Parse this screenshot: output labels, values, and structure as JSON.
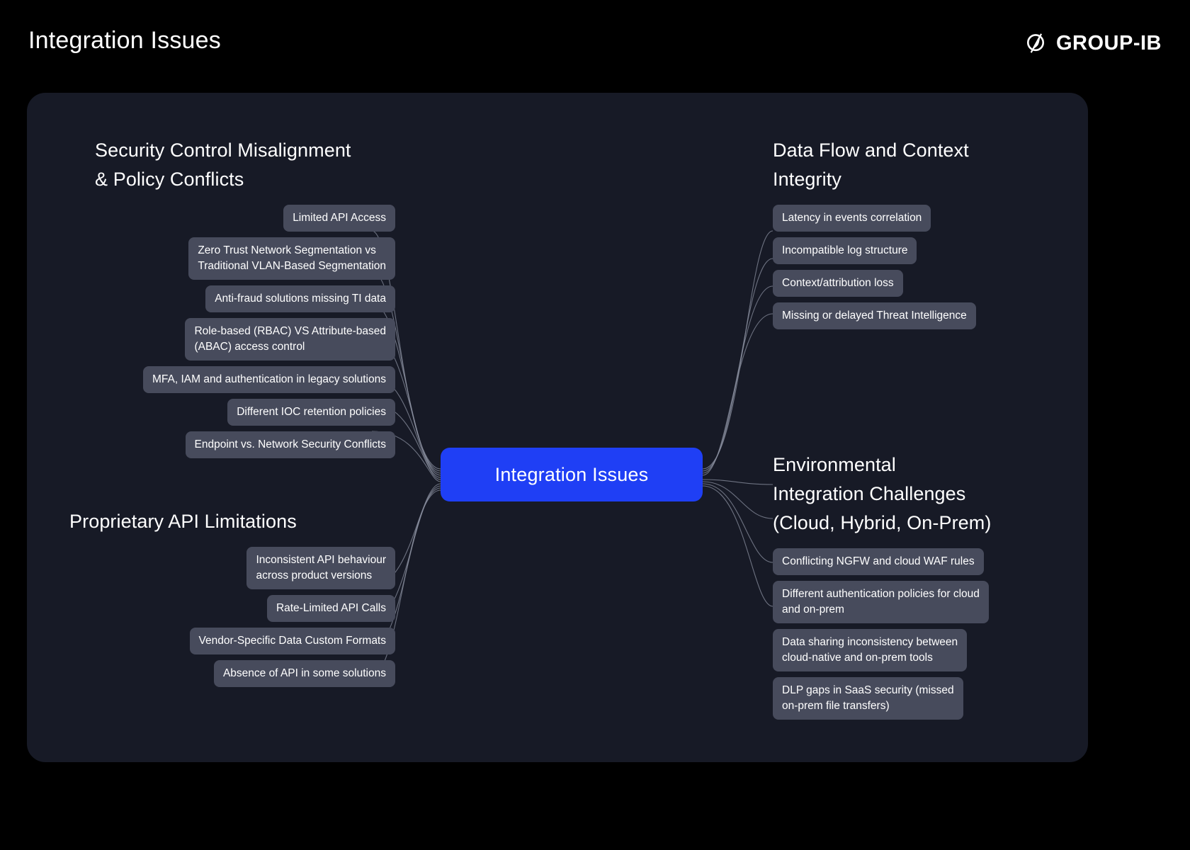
{
  "header": {
    "title": "Integration Issues",
    "brand_name": "GROUP-IB",
    "brand_icon": "group-ib-leaf-logo"
  },
  "theme": {
    "page_background": "#000000",
    "panel_background": "#171A26",
    "chip_background": "#474B5C",
    "center_node_color": "#1F3FF5",
    "text_color": "#FFFFFF",
    "edge_color": "#8B90A0"
  },
  "mindmap": {
    "center": {
      "label": "Integration Issues"
    },
    "branches": [
      {
        "id": "security-control-misalignment",
        "position": "top-left",
        "title": "Security Control Misalignment\n& Policy Conflicts",
        "nodes": [
          "Limited API Access",
          "Zero Trust Network Segmentation vs\nTraditional VLAN-Based Segmentation",
          "Anti-fraud solutions missing TI data",
          "Role-based (RBAC) VS Attribute-based\n(ABAC) access control",
          "MFA, IAM and authentication in legacy solutions",
          "Different IOC retention policies",
          "Endpoint vs. Network Security Conflicts"
        ]
      },
      {
        "id": "proprietary-api-limitations",
        "position": "bottom-left",
        "title": "Proprietary API Limitations",
        "nodes": [
          "Inconsistent API behaviour\nacross product versions",
          "Rate-Limited API Calls",
          "Vendor-Specific Data Custom Formats",
          "Absence of API in some solutions"
        ]
      },
      {
        "id": "data-flow-and-context-integrity",
        "position": "top-right",
        "title": "Data Flow and Context\nIntegrity",
        "nodes": [
          "Latency in events correlation",
          "Incompatible log structure",
          "Context/attribution loss",
          "Missing or delayed Threat Intelligence"
        ]
      },
      {
        "id": "environmental-integration-challenges",
        "position": "bottom-right",
        "title": "Environmental\nIntegration Challenges\n(Cloud, Hybrid, On-Prem)",
        "nodes": [
          "Conflicting NGFW and cloud WAF rules",
          "Different authentication policies for cloud\nand on-prem",
          "Data sharing inconsistency between\ncloud-native and on-prem tools",
          "DLP gaps in SaaS security (missed\non-prem file transfers)"
        ]
      }
    ]
  }
}
